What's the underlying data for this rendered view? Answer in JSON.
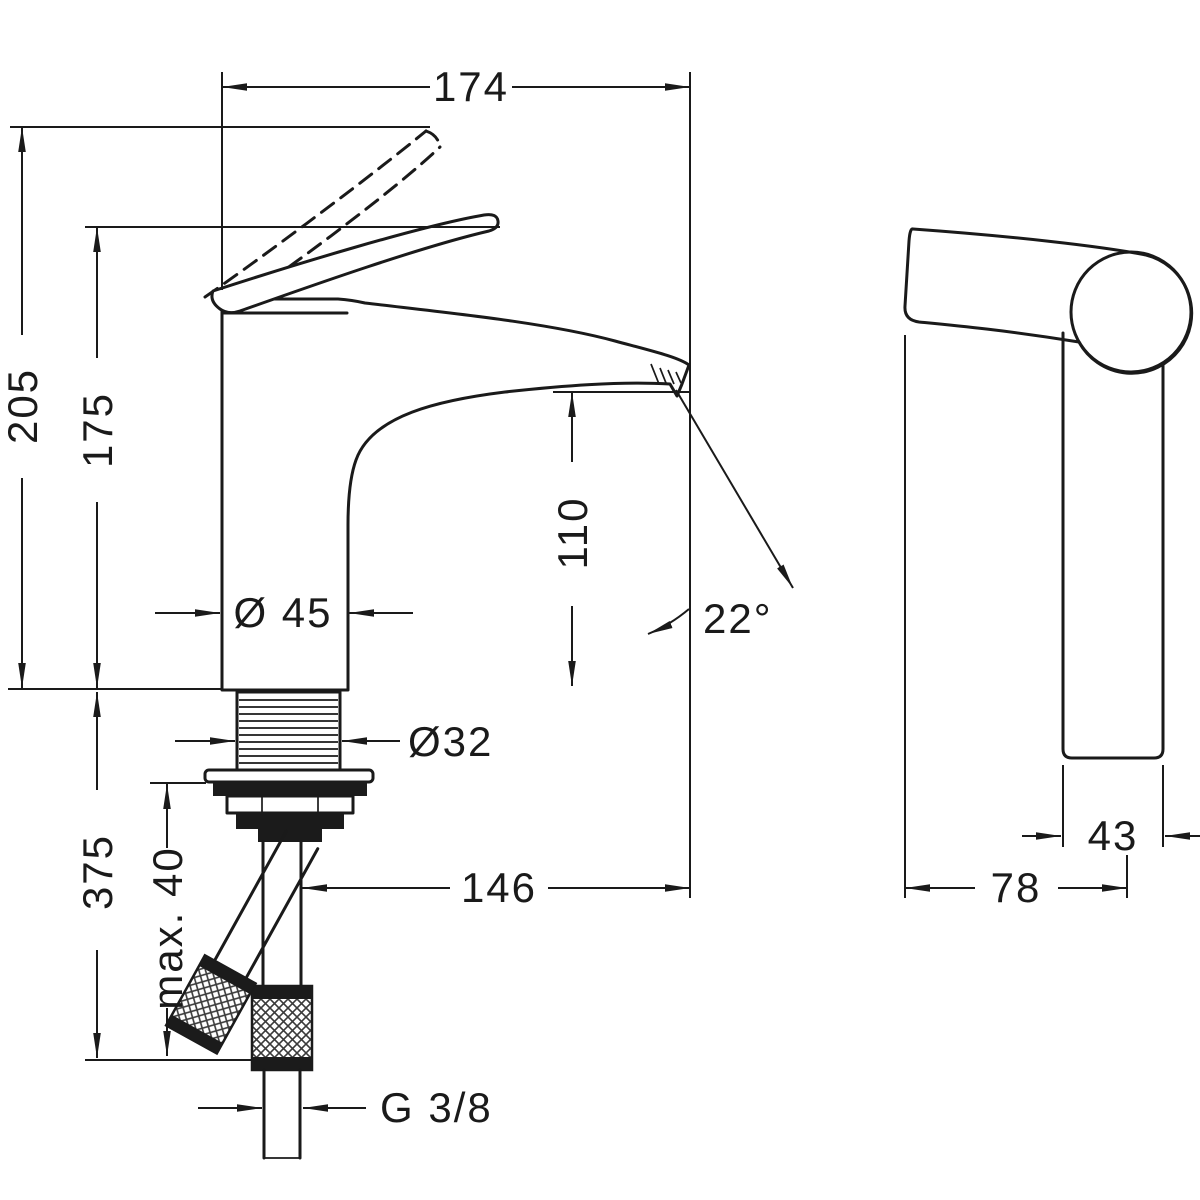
{
  "drawing": {
    "side_view": {
      "width_top": "174",
      "height_total": "205",
      "height_to_handle": "175",
      "spout_height": "110",
      "body_diameter": "Ø 45",
      "shank_diameter": "Ø32",
      "spout_angle": "22°",
      "height_below": "375",
      "max_mount_thickness": "max. 40",
      "spout_reach": "146",
      "thread_size": "G 3/8"
    },
    "front_view": {
      "body_width": "43",
      "depth": "78"
    },
    "colors": {
      "line": "#1a1a1a",
      "background": "#ffffff"
    }
  }
}
